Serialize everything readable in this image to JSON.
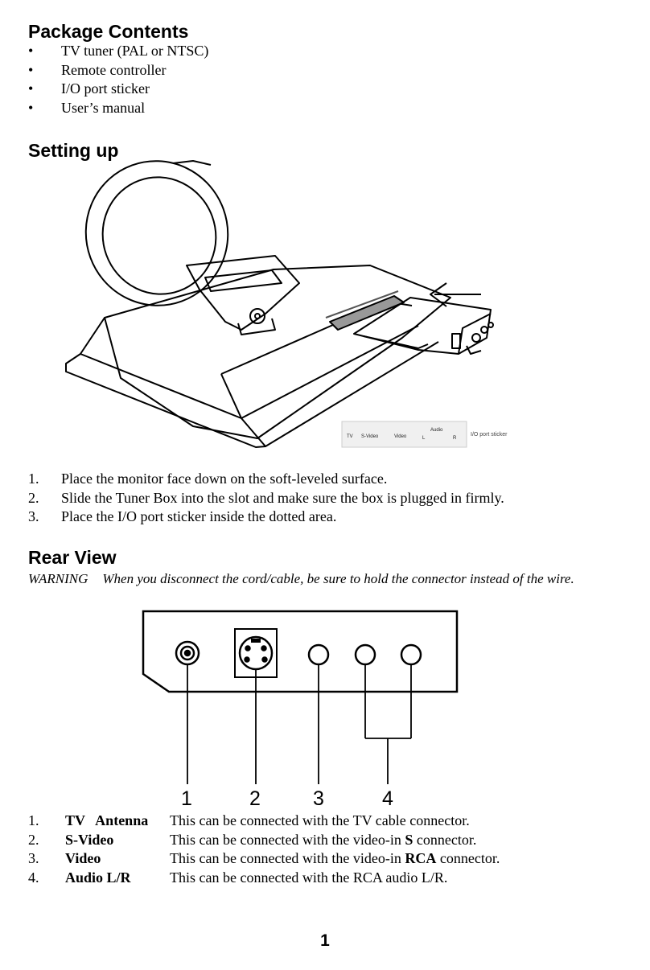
{
  "package_contents": {
    "heading": "Package Contents",
    "bullet": "•",
    "items": [
      "TV tuner (PAL or NTSC)",
      "Remote controller",
      "I/O port sticker",
      "User’s manual"
    ]
  },
  "setting_up": {
    "heading": "Setting up",
    "sticker_labels": [
      "TV",
      "S-Video",
      "Video",
      "L",
      "Audio",
      "R"
    ],
    "sticker_caption": "I/O port sticker",
    "steps": [
      {
        "num": "1.",
        "text": "Place the monitor face down on the soft-leveled surface."
      },
      {
        "num": "2.",
        "text": "Slide the Tuner Box into the slot and make sure the box is plugged in firmly."
      },
      {
        "num": "3.",
        "text": "Place the I/O port sticker inside the dotted area."
      }
    ]
  },
  "rear_view": {
    "heading": "Rear View",
    "warning_label": "WARNING",
    "warning_text": "When you disconnect the cord/cable, be sure to hold the connector instead of the wire.",
    "callouts": [
      "1",
      "2",
      "3",
      "4"
    ],
    "connectors": [
      {
        "num": "1.",
        "name": "TV   Antenna",
        "desc_pre": "This can be connected with the TV cable connector.",
        "desc_bold": "",
        "desc_post": ""
      },
      {
        "num": "2.",
        "name": "S-Video",
        "desc_pre": "This can be connected with the video-in ",
        "desc_bold": "S",
        "desc_post": " connector."
      },
      {
        "num": "3.",
        "name": "Video",
        "desc_pre": "This can be connected with the video-in ",
        "desc_bold": "RCA",
        "desc_post": " connector."
      },
      {
        "num": "4.",
        "name": "Audio L/R",
        "desc_pre": "This can be connected with the RCA audio L/R.",
        "desc_bold": "",
        "desc_post": ""
      }
    ]
  },
  "page_number": "1"
}
